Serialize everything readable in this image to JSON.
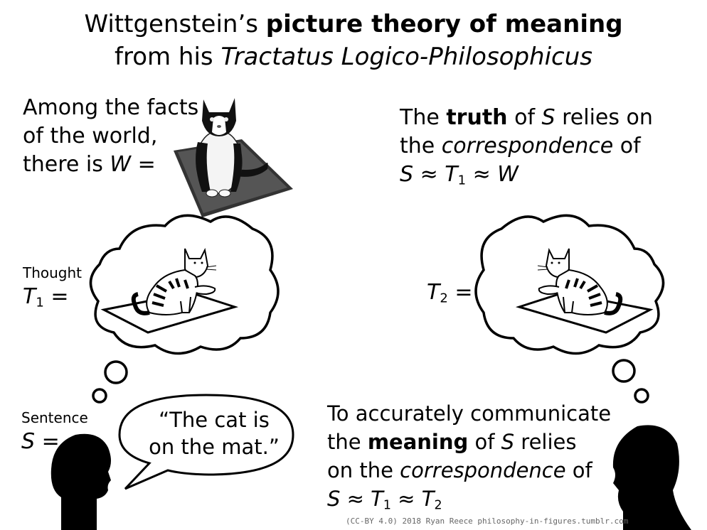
{
  "title": {
    "line1_normal": "Wittgenstein’s",
    "line1_bold": "picture theory of meaning",
    "line2_normal": "from his",
    "line2_italic": "Tractatus Logico-Philosophicus"
  },
  "facts": {
    "line1": "Among the facts",
    "line2": "of the world,",
    "line3_pre": "there is",
    "line3_var": "W",
    "line3_post": " ="
  },
  "truth": {
    "pre": "The ",
    "bold": "truth",
    "mid": " of ",
    "var": "S",
    "post": " relies on",
    "line2_pre": "the ",
    "line2_italic": "correspondence",
    "line2_post": " of",
    "eq_s": "S",
    "eq_approx1": " ≈ ",
    "eq_t": "T",
    "eq_t_sub": "1",
    "eq_approx2": " ≈ ",
    "eq_w": "W"
  },
  "thought": {
    "label": "Thought",
    "var": "T",
    "sub": "1",
    "eq": " ="
  },
  "t2": {
    "var": "T",
    "sub": "2",
    "eq": " ="
  },
  "sentence": {
    "label": "Sentence",
    "var": "S",
    "eq": " =",
    "speech_line1": "“The cat is",
    "speech_line2": "on the mat.”"
  },
  "meaning": {
    "line1": "To accurately communicate",
    "line2_pre": "the ",
    "line2_bold": "meaning",
    "line2_mid": " of ",
    "line2_var": "S",
    "line2_post": " relies",
    "line3_pre": "on the ",
    "line3_italic": "correspondence",
    "line3_post": " of",
    "eq_s": "S",
    "eq_approx1": " ≈ ",
    "eq_t1": "T",
    "eq_t1_sub": "1",
    "eq_approx2": " ≈ ",
    "eq_t2": "T",
    "eq_t2_sub": "2"
  },
  "credit": "(CC-BY 4.0)  2018 Ryan Reece  philosophy-in-figures.tumblr.com",
  "colors": {
    "ink": "#000000",
    "background": "#ffffff",
    "mat": "#2a2a2a"
  }
}
